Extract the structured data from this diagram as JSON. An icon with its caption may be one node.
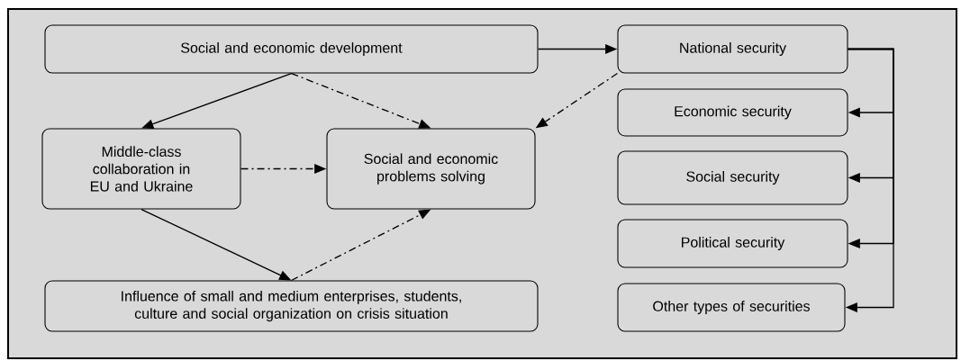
{
  "diagram": {
    "nodes": [
      {
        "text": [
          "Social and economic development"
        ]
      },
      {
        "text": [
          "National security"
        ]
      },
      {
        "text": [
          "Economic security"
        ]
      },
      {
        "text": [
          "Social security"
        ]
      },
      {
        "text": [
          "Political security"
        ]
      },
      {
        "text": [
          "Other types of securities"
        ]
      },
      {
        "text": [
          "Middle-class collaboration in EU and Ukraine"
        ]
      },
      {
        "text": [
          "Social and economic problems solving"
        ]
      },
      {
        "text": [
          "Influence of small and medium enterprises, students, culture and social organization on crisis situation"
        ]
      }
    ],
    "edges": [
      {
        "from": 0,
        "to": 1,
        "arrow": "to"
      },
      {
        "from": 0,
        "to": 6,
        "arrow": "to"
      },
      {
        "from": 0,
        "to": 7,
        "arrow": "to",
        "style": "dashed"
      },
      {
        "from": 1,
        "to": 7,
        "arrow": "to",
        "style": "dashed"
      },
      {
        "from": 6,
        "to": 7,
        "arrow": "to",
        "style": "dashed"
      },
      {
        "from": 6,
        "to": 8,
        "arrow": "to"
      },
      {
        "from": 8,
        "to": 7,
        "arrow": "to",
        "style": "dashed"
      },
      {
        "from": 1,
        "to": 2,
        "arrow": "to"
      },
      {
        "from": 1,
        "to": 3,
        "arrow": "to"
      },
      {
        "from": 1,
        "to": 4,
        "arrow": "to"
      },
      {
        "from": 1,
        "to": 5,
        "arrow": "to"
      }
    ]
  }
}
